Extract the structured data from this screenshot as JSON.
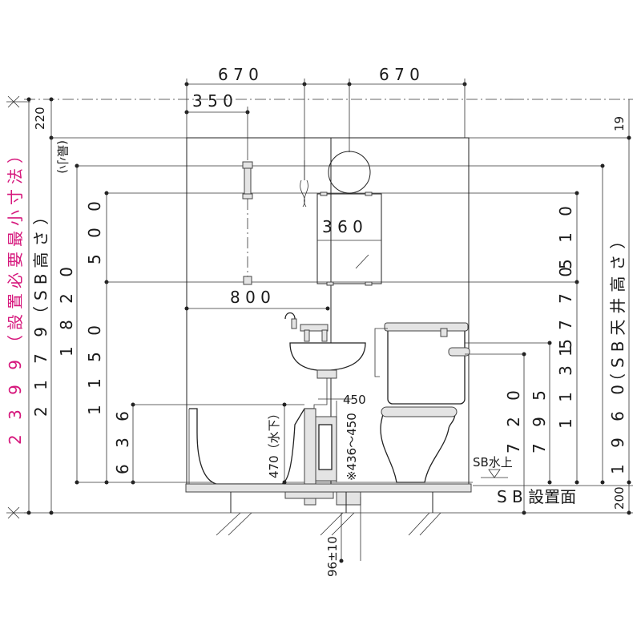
{
  "labels": {
    "top_left_670": "6 7 0",
    "top_right_670": "6 7 0",
    "w350": "3 5 0",
    "h220": "220",
    "min_note": "(最小)",
    "h19": "19",
    "w360": "3 6 0",
    "w800": "8 0 0",
    "h500": "5 0 0",
    "h510": "5 1 0",
    "h1150": "1 1 5 0",
    "h1820": "1 8 2 0",
    "sb_height": "（SB高さ）",
    "h2179": "2 1 7 9",
    "h2399": "2 3 9 9",
    "min_size": "（設置必要最小寸法）",
    "h636": "6 3 6",
    "h470": "470（水下）",
    "h436": "※436～450",
    "h450": "450",
    "h720": "7 2 0",
    "h795": "7 9 5",
    "h1135": "1 1 3 5",
    "h1770": "1 7 7 0",
    "h1960": "1 9 6 0",
    "sb_ceiling": "（SB天井高さ）",
    "sb_water": "SB水上",
    "sb_floor": "S B 設置面",
    "h200": "200",
    "h96": "96±10"
  },
  "colors": {
    "line": "#222222",
    "accent": "#d6177c",
    "fixture_fill": "#e4e4e4"
  }
}
